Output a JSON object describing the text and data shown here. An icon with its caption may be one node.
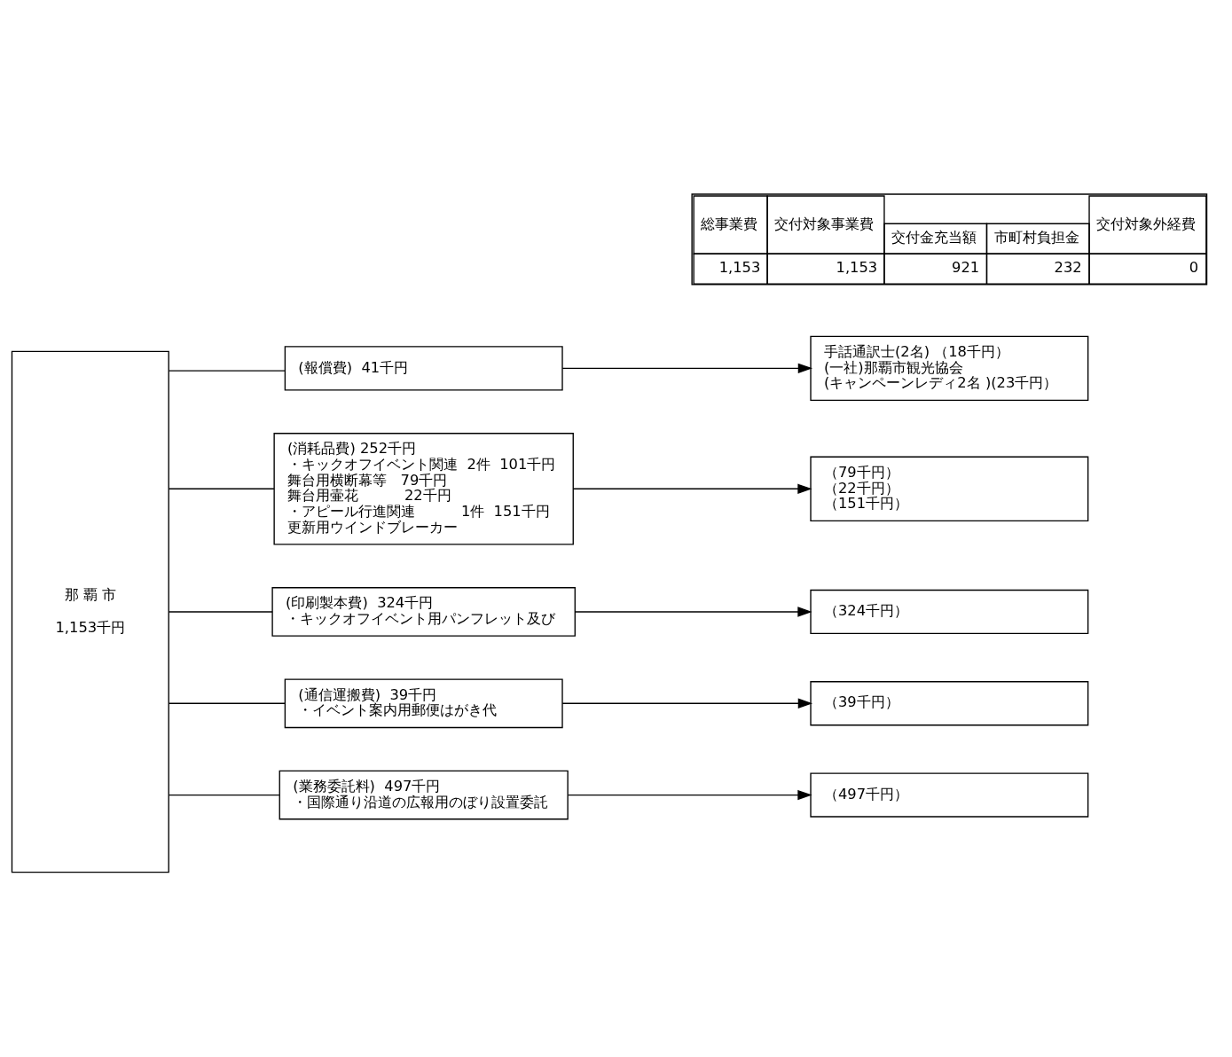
{
  "diagram": {
    "nodes": [
      {
        "text": [
          "那 覇 市",
          "1,153千円"
        ]
      },
      {
        "text": [
          "(報償費)  41千円"
        ]
      },
      {
        "text": [
          "(消耗品費) 252千円",
          "・キックオフイベント関連  2件  101千円",
          "舞台用横断幕等   79千円",
          "舞台用壷花          22千円",
          "・アピール行進関連          1件  151千円",
          "更新用ウインドブレーカー"
        ]
      },
      {
        "text": [
          "(印刷製本費)  324千円",
          "・キックオフイベント用パンフレット及び"
        ]
      },
      {
        "text": [
          "(通信運搬費)  39千円",
          "・イベント案内用郵便はがき代"
        ]
      },
      {
        "text": [
          "(業務委託料)  497千円",
          "・国際通り沿道の広報用のぼり設置委託"
        ]
      },
      {
        "text": [
          "手話通訳士(2名) （18千円）",
          "(一社)那覇市観光協会",
          "(キャンペーンレディ2名 )(23千円）"
        ]
      },
      {
        "text": [
          "（79千円）",
          "（22千円）",
          "（151千円）"
        ]
      },
      {
        "text": [
          "（324千円）"
        ]
      },
      {
        "text": [
          "（39千円）"
        ]
      },
      {
        "text": [
          "（497千円）"
        ]
      }
    ],
    "edges": [
      {
        "from": 0,
        "to": 1,
        "arrow": "none"
      },
      {
        "from": 0,
        "to": 2,
        "arrow": "none"
      },
      {
        "from": 0,
        "to": 3,
        "arrow": "none"
      },
      {
        "from": 0,
        "to": 4,
        "arrow": "none"
      },
      {
        "from": 0,
        "to": 5,
        "arrow": "none"
      },
      {
        "from": 1,
        "to": 6,
        "arrow": "to"
      },
      {
        "from": 2,
        "to": 7,
        "arrow": "to"
      },
      {
        "from": 3,
        "to": 8,
        "arrow": "to"
      },
      {
        "from": 4,
        "to": 9,
        "arrow": "to"
      },
      {
        "from": 5,
        "to": 10,
        "arrow": "to"
      }
    ],
    "labels": [
      "総事業費",
      "交付対象事業費",
      "交付金充当額",
      "市町村負担金",
      "交付対象外経費",
      "1,153",
      "1,153",
      "921",
      "232",
      "0"
    ]
  }
}
